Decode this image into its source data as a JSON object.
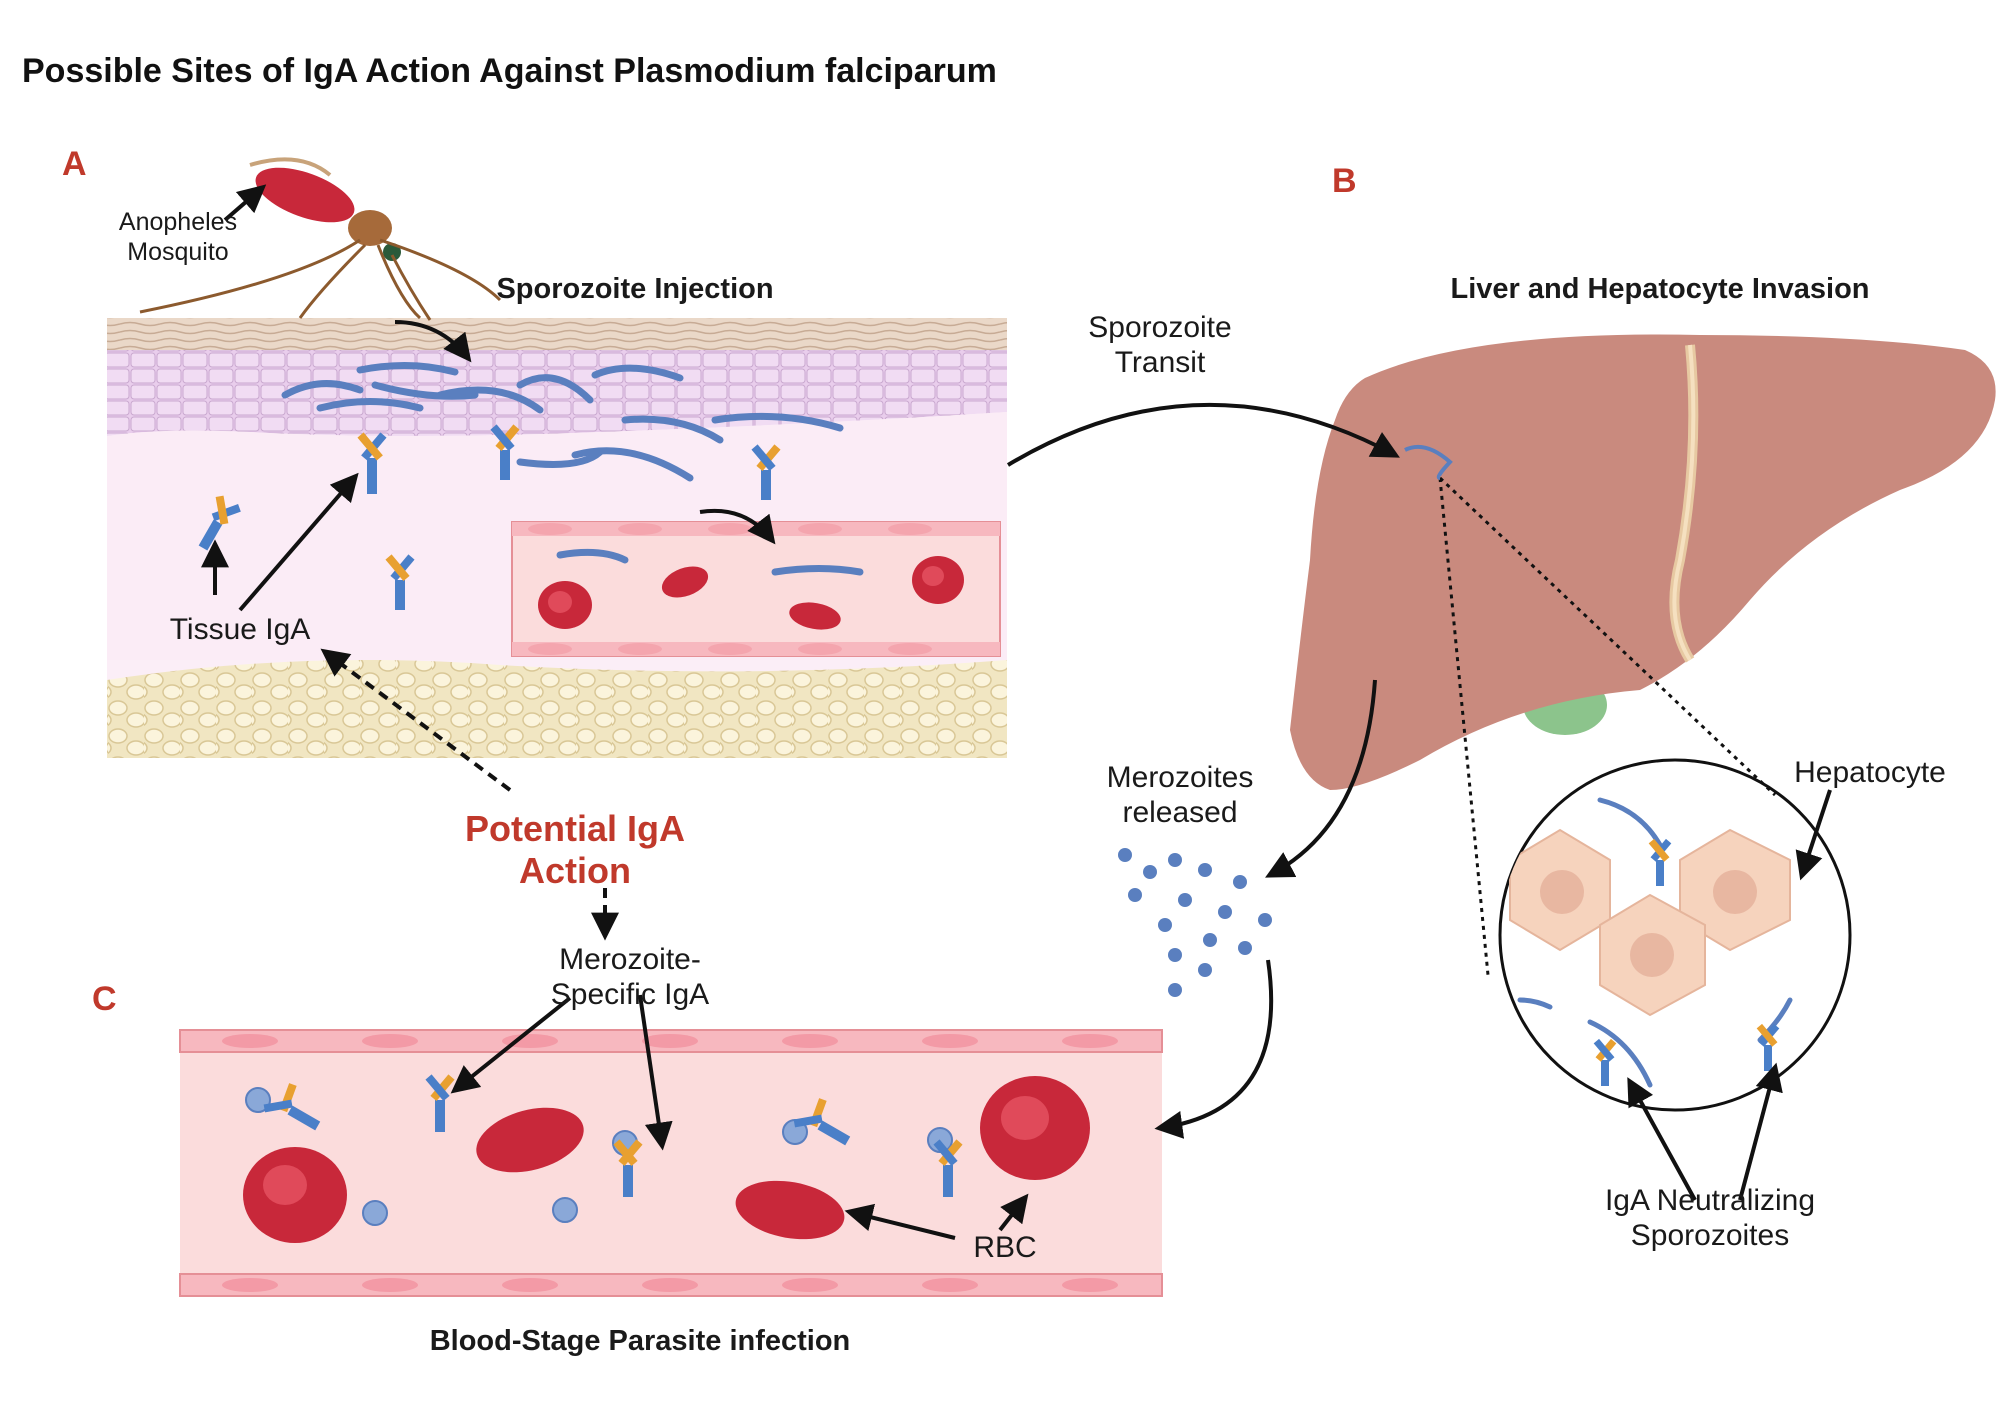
{
  "title": "Possible Sites of IgA Action Against Plasmodium falciparum",
  "panels": {
    "a": {
      "letter": "A",
      "heading": "Sporozoite Injection"
    },
    "b": {
      "letter": "B",
      "heading": "Liver and Hepatocyte Invasion"
    },
    "c": {
      "letter": "C",
      "heading": "Blood-Stage Parasite infection"
    }
  },
  "labels": {
    "mosquito": "Anopheles Mosquito",
    "tissue_iga": "Tissue IgA",
    "sporozoite_transit": "Sporozoite Transit",
    "merozoites_released": "Merozoites released",
    "hepatocyte": "Hepatocyte",
    "iga_neutralizing": "IgA Neutralizing Sporozoites",
    "potential_iga": "Potential IgA Action",
    "merozoite_iga": "Merozoite-Specific IgA",
    "rbc": "RBC"
  },
  "colors": {
    "accent_red": "#c0392b",
    "skin": "#f3dcee",
    "vessel": "#fbd9d9",
    "rbc": "#c8283a",
    "liver": "#c98a7e",
    "gallbladder": "#8cc48c",
    "hepatocyte": "#f6d3bd",
    "antibody_blue": "#4a7fc8",
    "antibody_orange": "#e8a030",
    "parasite": "#6c8fc9"
  },
  "icons": [
    "mosquito-icon",
    "sporozoite-icon",
    "antibody-icon",
    "rbc-icon",
    "merozoite-icon",
    "liver-icon",
    "hepatocyte-icon"
  ]
}
